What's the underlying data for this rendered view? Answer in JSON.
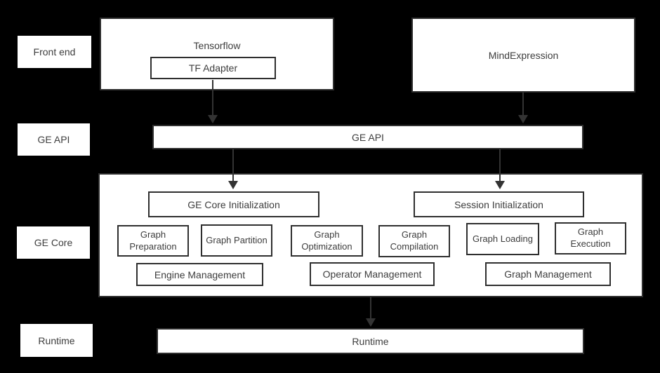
{
  "diagram": {
    "row_labels": {
      "front_end": "Front end",
      "ge_api": "GE API",
      "ge_core": "GE Core",
      "runtime": "Runtime"
    },
    "front_end": {
      "tensorflow": "Tensorflow",
      "tf_adapter": "TF Adapter",
      "mindexpression": "MindExpression"
    },
    "ge_api": {
      "label": "GE API"
    },
    "ge_core": {
      "init": [
        "GE Core Initialization",
        "Session Initialization"
      ],
      "functions": [
        "Graph Preparation",
        "Graph Partition",
        "Graph Optimization",
        "Graph Compilation",
        "Graph Loading",
        "Graph Execution"
      ],
      "management": [
        "Engine Management",
        "Operator Management",
        "Graph Management"
      ]
    },
    "runtime": {
      "label": "Runtime"
    },
    "colors": {
      "background": "#000000",
      "box_fill": "#ffffff",
      "border": "#2f2f2f",
      "text": "#3d3d3d",
      "arrow": "#333333"
    }
  }
}
